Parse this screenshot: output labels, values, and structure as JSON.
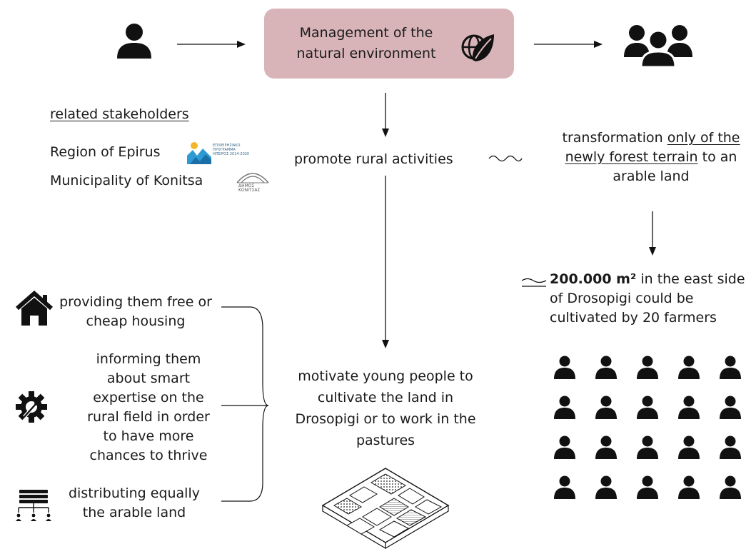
{
  "management": {
    "title": "Management of the natural environment",
    "box_color": "#d8b4b8"
  },
  "stakeholders": {
    "heading": "related stakeholders",
    "items": [
      {
        "name": "Region of Epirus",
        "logo_text": "ΕΠΙΧΕΙΡΗΣΙΑΚΟ ΠΡΟΓΡΑΜΜΑ ΗΠΕΙΡΟΣ 2014-2020"
      },
      {
        "name": "Municipality of Konitsa",
        "logo_text": "ΔΗΜΟΣ ΚΟΝΙΤΣΑΣ"
      }
    ]
  },
  "center": {
    "promote": "promote rural activities",
    "motivate": "motivate young people to cultivate the land in Drosopigi or to work in the pastures"
  },
  "right": {
    "transformation_prefix": "transformation",
    "transformation_underlined": "only of the newly forest terrain",
    "transformation_suffix": "to an arable land",
    "approx_bold": "200.000 m²",
    "approx_rest": "in the east side of Drosopigi could be cultivated by 20 farmers",
    "farmer_count": 20
  },
  "measures": [
    {
      "icon": "house-icon",
      "text": "providing them free or cheap housing"
    },
    {
      "icon": "gear-wrench-icon",
      "text": "informing them about smart expertise on the rural field in order to have more chances to thrive"
    },
    {
      "icon": "distribution-icon",
      "text": "distributing equally the arable land"
    }
  ],
  "colors": {
    "accent_box": "#d8b4b8",
    "icon": "#111111",
    "text": "#1a1a1a"
  }
}
